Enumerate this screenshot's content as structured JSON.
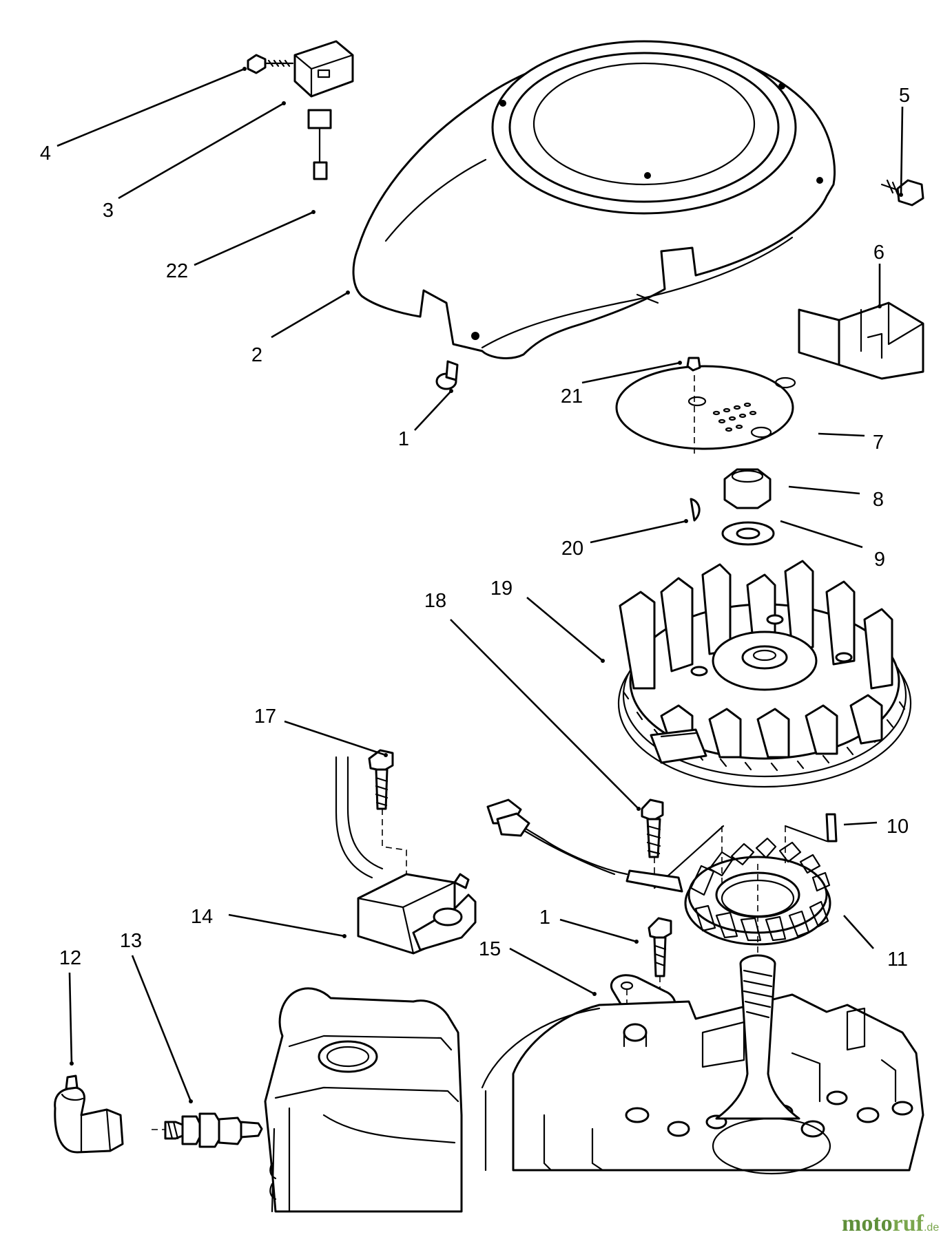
{
  "diagram": {
    "callouts": [
      "4",
      "3",
      "22",
      "2",
      "1",
      "5",
      "6",
      "21",
      "7",
      "8",
      "20",
      "9",
      "19",
      "18",
      "17",
      "10",
      "14",
      "1",
      "11",
      "15",
      "12",
      "13"
    ],
    "watermark": {
      "part1": "moto",
      "part2": "ruf",
      "suffix": ".de"
    }
  },
  "colors": {
    "line": "#000000",
    "background": "#ffffff",
    "watermark": "#7aa64d"
  }
}
